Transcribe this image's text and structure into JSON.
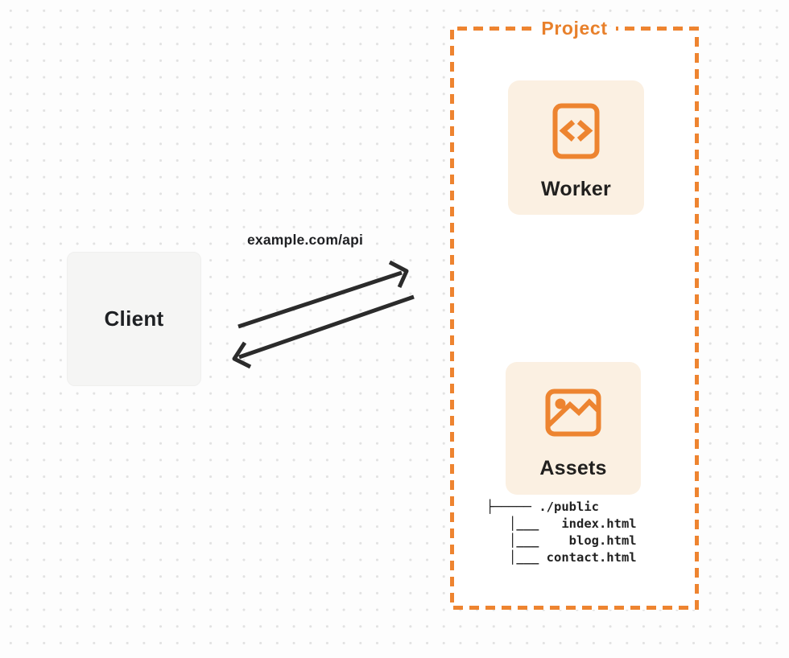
{
  "diagram": {
    "client": {
      "label": "Client"
    },
    "request_label": "example.com/api",
    "project": {
      "title": "Project",
      "nodes": [
        {
          "id": "worker",
          "label": "Worker",
          "icon": "code-file-icon"
        },
        {
          "id": "assets",
          "label": "Assets",
          "icon": "image-icon"
        }
      ],
      "file_tree_lines": [
        "├───── ./public",
        "   │___   index.html",
        "   │___    blog.html",
        "   │___ contact.html"
      ]
    },
    "colors": {
      "accent_orange": "#ED8430",
      "project_title_orange": "#E8802B",
      "card_background": "#FBF0E2",
      "project_fill": "#FFFFFF",
      "client_box": "#F5F5F4",
      "arrow": "#2B2B2B",
      "text_dark": "#1F2023",
      "dot_grid": "#E2E2E2"
    }
  }
}
